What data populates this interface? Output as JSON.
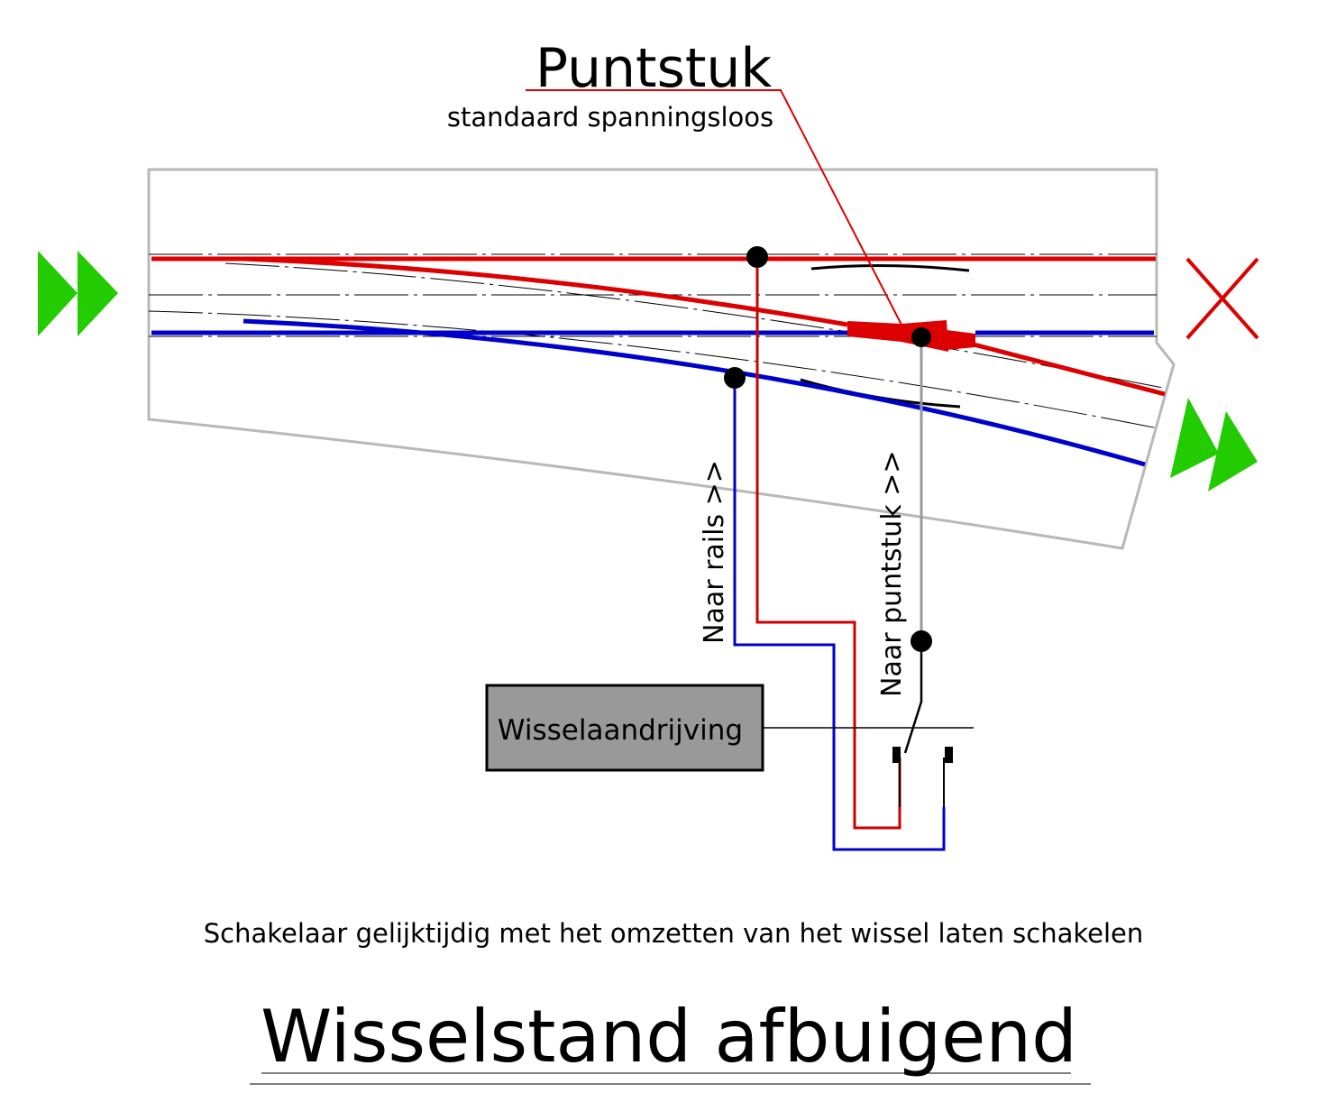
{
  "frog": {
    "title": "Puntstuk",
    "subtitle": "standaard spanningsloos"
  },
  "labels": {
    "to_rails": "Naar rails >>",
    "to_frog": "Naar puntstuk >>"
  },
  "motor": {
    "label": "Wisselaandrijving"
  },
  "caption": "Schakelaar gelijktijdig met het omzetten van het wissel laten schakelen",
  "title": "Wisselstand afbuigend",
  "icons": {
    "entry": "double-arrow-right-icon",
    "straight_blocked": "red-x-icon",
    "diverging_exit": "double-arrow-right-icon"
  },
  "colors": {
    "red_rail": "#dd0000",
    "blue_rail": "#0000cc",
    "arrow": "#22cc00",
    "board": "#b8b8b8",
    "motor_box": "#999999"
  }
}
